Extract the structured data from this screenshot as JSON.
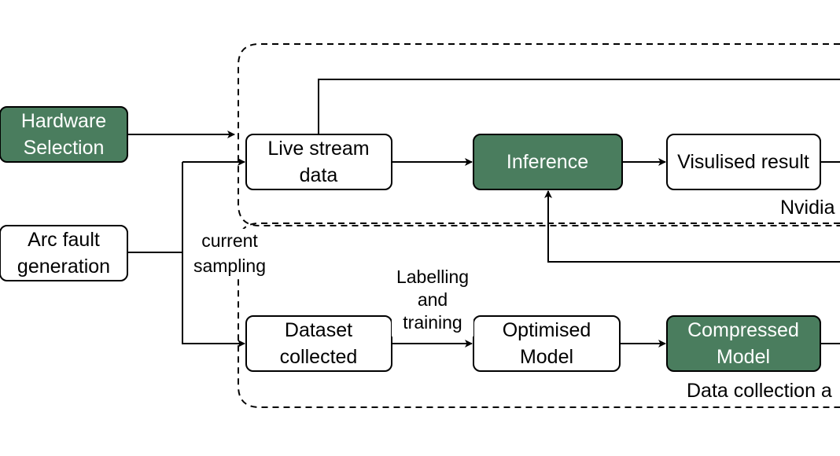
{
  "colors": {
    "green_fill": "#4a7d5e",
    "stroke": "#000000",
    "white_fill": "#ffffff"
  },
  "nodes": {
    "hardware_selection": {
      "lines": [
        "Hardware",
        "Selection"
      ],
      "style": "green"
    },
    "arc_fault_generation": {
      "lines": [
        "Arc fault",
        "generation"
      ],
      "style": "white"
    },
    "live_stream_data": {
      "lines": [
        "Live stream",
        "data"
      ],
      "style": "white"
    },
    "inference": {
      "lines": [
        "Inference"
      ],
      "style": "green"
    },
    "visualised_result": {
      "lines": [
        "Visulised result"
      ],
      "style": "white"
    },
    "dataset_collected": {
      "lines": [
        "Dataset",
        "collected"
      ],
      "style": "white"
    },
    "optimised_model": {
      "lines": [
        "Optimised",
        "Model"
      ],
      "style": "white"
    },
    "compressed_model": {
      "lines": [
        "Compressed",
        "Model"
      ],
      "style": "green"
    }
  },
  "edge_labels": {
    "current_sampling": [
      "current",
      "sampling"
    ],
    "labelling_training": [
      "Labelling",
      "and",
      "training"
    ]
  },
  "groups": {
    "nvidia": "Nvidia",
    "data_collection": "Data collection a"
  }
}
